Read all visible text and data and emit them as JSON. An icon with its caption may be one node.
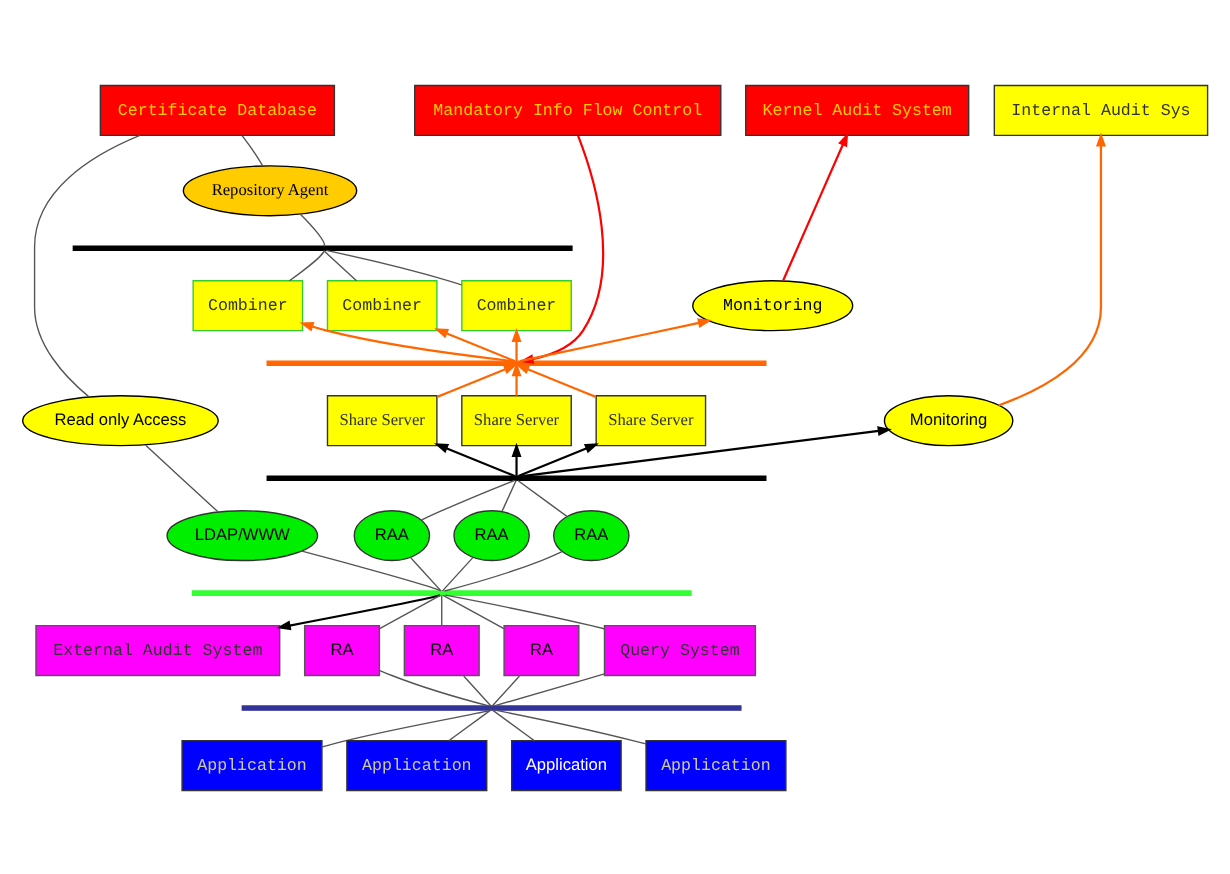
{
  "diagram": {
    "nodes": [
      {
        "text": [
          "Certificate Database"
        ]
      },
      {
        "text": [
          "Mandatory Info Flow Control"
        ]
      },
      {
        "text": [
          "Kernel Audit System"
        ]
      },
      {
        "text": [
          "Internal Audit Sys"
        ]
      },
      {
        "text": [
          "Repository Agent"
        ]
      },
      {
        "text": [],
        "shape": "bar"
      },
      {
        "text": [
          "Combiner"
        ]
      },
      {
        "text": [
          "Combiner"
        ]
      },
      {
        "text": [
          "Combiner"
        ]
      },
      {
        "text": [
          "Monitoring"
        ]
      },
      {
        "text": [],
        "shape": "bar"
      },
      {
        "text": [
          "Read only Access"
        ]
      },
      {
        "text": [
          "Share Server"
        ]
      },
      {
        "text": [
          "Share Server"
        ]
      },
      {
        "text": [
          "Share Server"
        ]
      },
      {
        "text": [
          "Monitoring"
        ]
      },
      {
        "text": [],
        "shape": "bar"
      },
      {
        "text": [
          "LDAP/WWW"
        ]
      },
      {
        "text": [
          "RAA"
        ]
      },
      {
        "text": [
          "RAA"
        ]
      },
      {
        "text": [
          "RAA"
        ]
      },
      {
        "text": [],
        "shape": "bar"
      },
      {
        "text": [
          "External Audit System"
        ]
      },
      {
        "text": [
          "RA"
        ]
      },
      {
        "text": [
          "RA"
        ]
      },
      {
        "text": [
          "RA"
        ]
      },
      {
        "text": [
          "Query System"
        ]
      },
      {
        "text": [],
        "shape": "bar"
      },
      {
        "text": [
          "Application"
        ]
      },
      {
        "text": [
          "Application"
        ]
      },
      {
        "text": [
          "Application"
        ]
      },
      {
        "text": [
          "Application"
        ]
      }
    ],
    "edges": [
      {
        "from": 0,
        "to": 4,
        "arrow": "none"
      },
      {
        "from": 0,
        "to": 11,
        "arrow": "none"
      },
      {
        "from": 4,
        "to": 5,
        "arrow": "none"
      },
      {
        "from": 5,
        "to": 6,
        "arrow": "none"
      },
      {
        "from": 5,
        "to": 7,
        "arrow": "none"
      },
      {
        "from": 5,
        "to": 8,
        "arrow": "none"
      },
      {
        "from": 1,
        "to": 10,
        "arrow": "to",
        "color": "#ff0000"
      },
      {
        "from": 10,
        "to": 6,
        "arrow": "to",
        "color": "#ff6600"
      },
      {
        "from": 10,
        "to": 7,
        "arrow": "to",
        "color": "#ff6600"
      },
      {
        "from": 10,
        "to": 8,
        "arrow": "to",
        "color": "#ff6600"
      },
      {
        "from": 10,
        "to": 9,
        "arrow": "to",
        "color": "#ff6600"
      },
      {
        "from": 9,
        "to": 2,
        "arrow": "to",
        "color": "#ff0000"
      },
      {
        "from": 12,
        "to": 10,
        "arrow": "to",
        "color": "#ff6600"
      },
      {
        "from": 13,
        "to": 10,
        "arrow": "to",
        "color": "#ff6600"
      },
      {
        "from": 14,
        "to": 10,
        "arrow": "to",
        "color": "#ff6600"
      },
      {
        "from": 15,
        "to": 3,
        "arrow": "to",
        "color": "#ff6600"
      },
      {
        "from": 16,
        "to": 12,
        "arrow": "to",
        "color": "#000000"
      },
      {
        "from": 16,
        "to": 13,
        "arrow": "to",
        "color": "#000000"
      },
      {
        "from": 16,
        "to": 14,
        "arrow": "to",
        "color": "#000000"
      },
      {
        "from": 16,
        "to": 15,
        "arrow": "to",
        "color": "#000000"
      },
      {
        "from": 11,
        "to": 17,
        "arrow": "none"
      },
      {
        "from": 18,
        "to": 16,
        "arrow": "none"
      },
      {
        "from": 19,
        "to": 16,
        "arrow": "none"
      },
      {
        "from": 20,
        "to": 16,
        "arrow": "none"
      },
      {
        "from": 17,
        "to": 21,
        "arrow": "none"
      },
      {
        "from": 18,
        "to": 21,
        "arrow": "none"
      },
      {
        "from": 19,
        "to": 21,
        "arrow": "none"
      },
      {
        "from": 20,
        "to": 21,
        "arrow": "none"
      },
      {
        "from": 21,
        "to": 22,
        "arrow": "to",
        "color": "#000000"
      },
      {
        "from": 21,
        "to": 23,
        "arrow": "none"
      },
      {
        "from": 21,
        "to": 24,
        "arrow": "none"
      },
      {
        "from": 21,
        "to": 25,
        "arrow": "none"
      },
      {
        "from": 21,
        "to": 26,
        "arrow": "none"
      },
      {
        "from": 23,
        "to": 27,
        "arrow": "none"
      },
      {
        "from": 24,
        "to": 27,
        "arrow": "none"
      },
      {
        "from": 25,
        "to": 27,
        "arrow": "none"
      },
      {
        "from": 26,
        "to": 27,
        "arrow": "none"
      },
      {
        "from": 27,
        "to": 28,
        "arrow": "none"
      },
      {
        "from": 27,
        "to": 29,
        "arrow": "none"
      },
      {
        "from": 27,
        "to": 30,
        "arrow": "none"
      },
      {
        "from": 27,
        "to": 31,
        "arrow": "none"
      }
    ]
  }
}
